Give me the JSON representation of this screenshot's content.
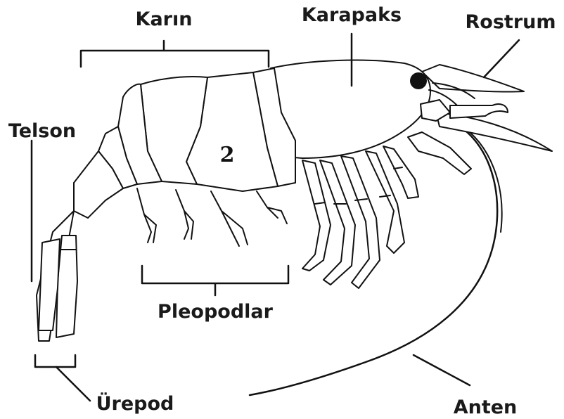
{
  "labels": {
    "karin": "Karın",
    "karapaks": "Karapaks",
    "rostrum": "Rostrum",
    "telson": "Telson",
    "pleopodlar": "Pleopodlar",
    "urepod": "Ürepod",
    "anten": "Anten"
  },
  "segment_number": "2",
  "colors": {
    "ink": "#111111",
    "background": "#ffffff"
  }
}
